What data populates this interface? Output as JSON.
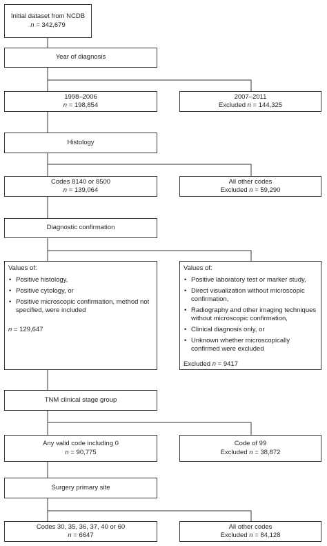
{
  "initial": {
    "title": "Initial dataset from NCDB",
    "n_label": "n",
    "n_value": " = 342,679"
  },
  "year": {
    "title": "Year of diagnosis"
  },
  "year_incl": {
    "text": "1998–2006",
    "n_label": "n",
    "n_value": " = 198,854"
  },
  "year_excl": {
    "text": "2007–2011",
    "prefix": "Excluded ",
    "n_label": "n",
    "n_value": " = 144,325"
  },
  "histology": {
    "title": "Histology"
  },
  "hist_incl": {
    "text": "Codes 8140 or 8500",
    "n_label": "n",
    "n_value": " = 139,064"
  },
  "hist_excl": {
    "text": "All other codes",
    "prefix": "Excluded ",
    "n_label": "n",
    "n_value": " = 59,290"
  },
  "diagnostic": {
    "title": "Diagnostic confirmation"
  },
  "diag_incl": {
    "heading": "Values of:",
    "items": [
      "Positive histology,",
      "Positive cytology, or",
      "Positive microscopic confirmation, method not specified, were included"
    ],
    "n_label": "n",
    "n_value": " = 129,647"
  },
  "diag_excl": {
    "heading": "Values of:",
    "items": [
      "Positive laboratory test or marker study,",
      "Direct visualization without microscopic confirmation,",
      "Radiography and other imaging techniques without microscopic confirmation,",
      "Clinical diagnosis only, or",
      "Unknown whether microscopically confirmed were excluded"
    ],
    "prefix": "Excluded ",
    "n_label": "n",
    "n_value": " = 9417"
  },
  "tnm": {
    "title": "TNM clinical stage group"
  },
  "tnm_incl": {
    "text": "Any valid code including 0",
    "n_label": "n",
    "n_value": " = 90,775"
  },
  "tnm_excl": {
    "text": "Code of 99",
    "prefix": "Excluded ",
    "n_label": "n",
    "n_value": " = 38,872"
  },
  "surgery": {
    "title": "Surgery primary site"
  },
  "surg_incl": {
    "text": "Codes 30, 35, 36, 37, 40 or 60",
    "n_label": "n",
    "n_value": " = 6647"
  },
  "surg_excl": {
    "text": "All other codes",
    "prefix": "Excluded ",
    "n_label": "n",
    "n_value": " = 84,128"
  }
}
